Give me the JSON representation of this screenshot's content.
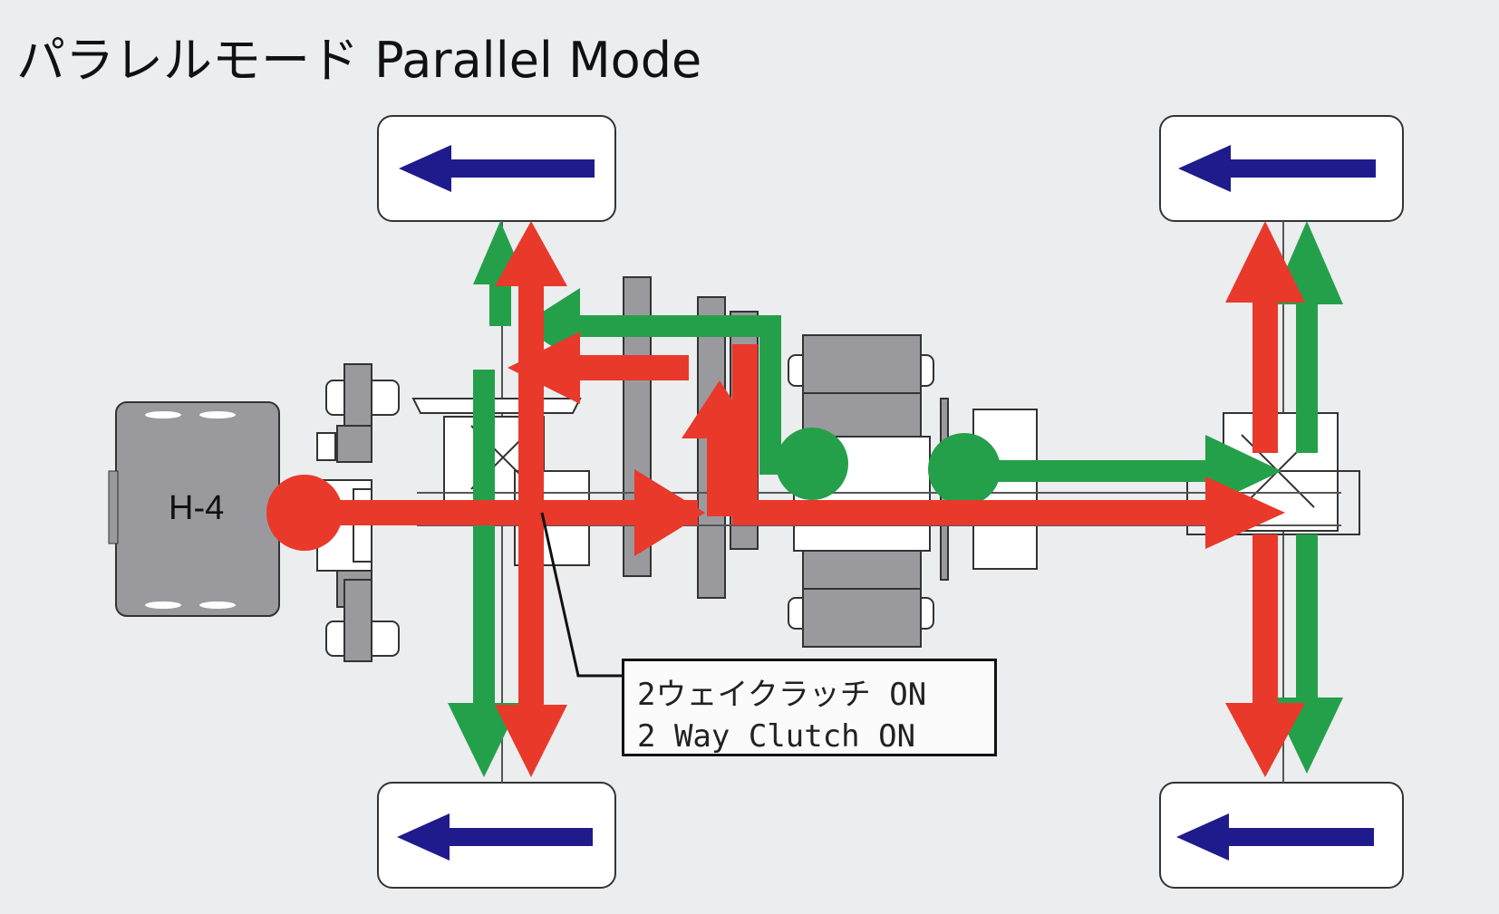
{
  "title": "パラレルモード Parallel Mode",
  "engine_label": "H-4",
  "callout": {
    "line1": "2ウェイクラッチ ON",
    "line2": "2 Way Clutch ON"
  },
  "colors": {
    "red_flow": "#e8392b",
    "green_flow": "#24a04a",
    "wheel_arrow": "#1f1b8c",
    "component_gray": "#9a9a9e",
    "background": "#ecedef"
  }
}
